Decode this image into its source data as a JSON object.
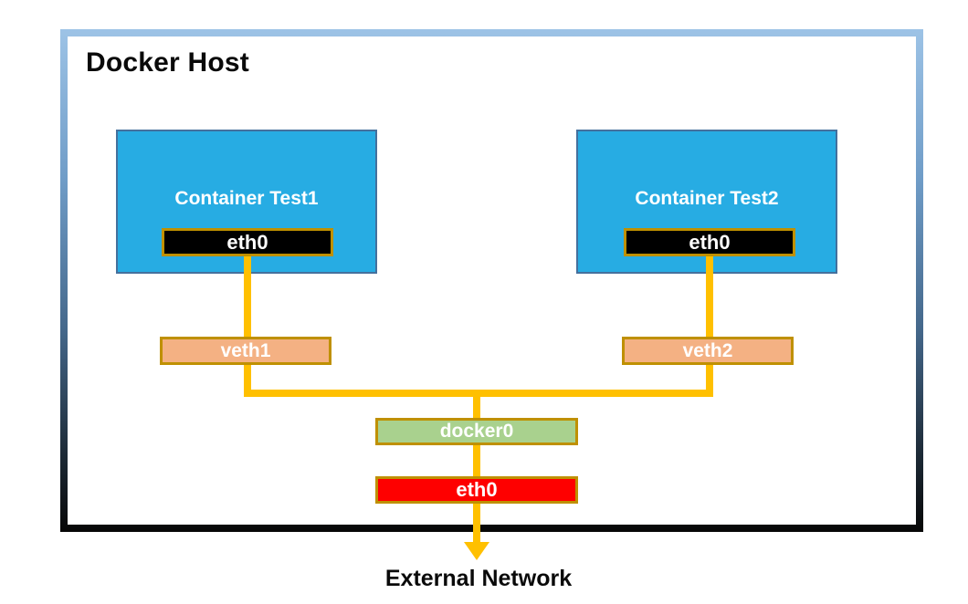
{
  "diagram": {
    "title": "Docker Host",
    "containers": [
      {
        "label": "Container Test1",
        "interface": "eth0",
        "veth": "veth1"
      },
      {
        "label": "Container Test2",
        "interface": "eth0",
        "veth": "veth2"
      }
    ],
    "bridge": "docker0",
    "host_interface": "eth0",
    "external_label": "External Network",
    "colors": {
      "container_fill": "#27ACE3",
      "container_border": "#44709D",
      "badge_border": "#BF9000",
      "eth_badge_fill": "#000000",
      "veth_fill": "#F4B183",
      "bridge_fill": "#A9D18E",
      "host_interface_fill": "#FE0000",
      "connector": "#FFC000",
      "frame_gradient_top": "#9DC3E6",
      "frame_gradient_bottom": "#070707"
    }
  }
}
